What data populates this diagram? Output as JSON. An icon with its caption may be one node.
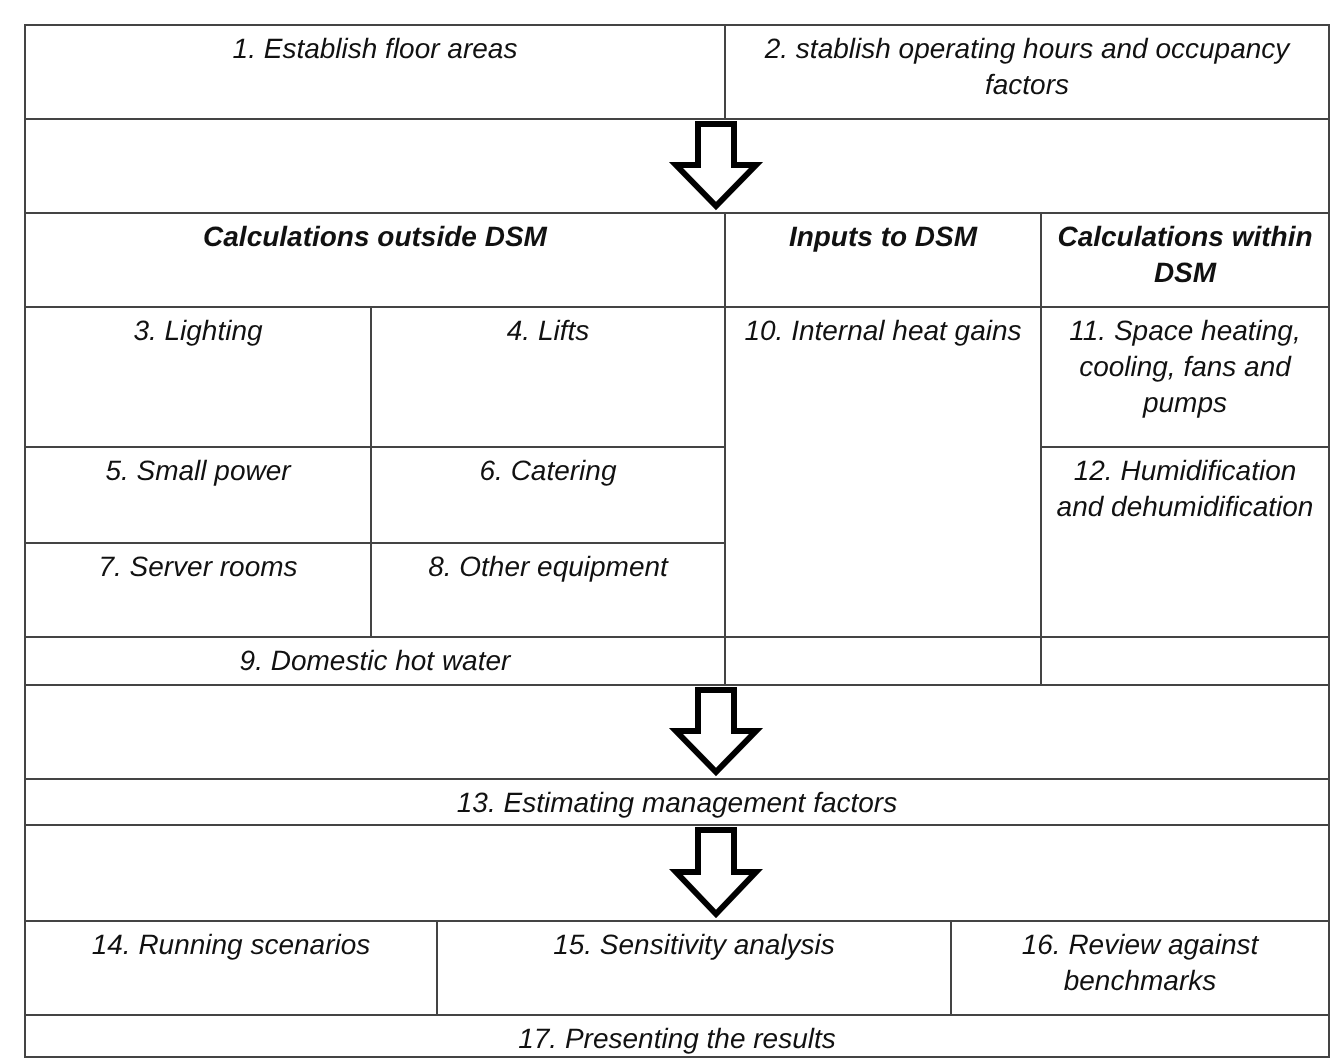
{
  "diagram": {
    "nodes": [
      {
        "text": [
          "1. Establish floor areas"
        ]
      },
      {
        "text": [
          "2. stablish operating hours and occupancy factors"
        ]
      },
      {
        "text": [
          "Calculations outside DSM"
        ]
      },
      {
        "text": [
          "Inputs to DSM"
        ]
      },
      {
        "text": [
          "Calculations within DSM"
        ]
      },
      {
        "text": [
          "3. Lighting"
        ]
      },
      {
        "text": [
          "4. Lifts"
        ]
      },
      {
        "text": [
          "10. Internal heat gains"
        ]
      },
      {
        "text": [
          "11. Space heating, cooling, fans and pumps"
        ]
      },
      {
        "text": [
          "5. Small power"
        ]
      },
      {
        "text": [
          "6. Catering"
        ]
      },
      {
        "text": [
          "12. Humidification and dehumidification"
        ]
      },
      {
        "text": [
          "7. Server rooms"
        ]
      },
      {
        "text": [
          "8. Other equipment"
        ]
      },
      {
        "text": [
          "9. Domestic hot water"
        ]
      },
      {
        "text": [
          "13. Estimating management factors"
        ]
      },
      {
        "text": [
          "14. Running scenarios"
        ]
      },
      {
        "text": [
          "15. Sensitivity analysis"
        ]
      },
      {
        "text": [
          "16. Review against benchmarks"
        ]
      },
      {
        "text": [
          "17. Presenting the results"
        ]
      }
    ],
    "edges": [
      {
        "from": 0,
        "to": 2,
        "arrow": "to"
      },
      {
        "from": 14,
        "to": 15,
        "arrow": "to"
      },
      {
        "from": 15,
        "to": 17,
        "arrow": "to"
      }
    ]
  }
}
